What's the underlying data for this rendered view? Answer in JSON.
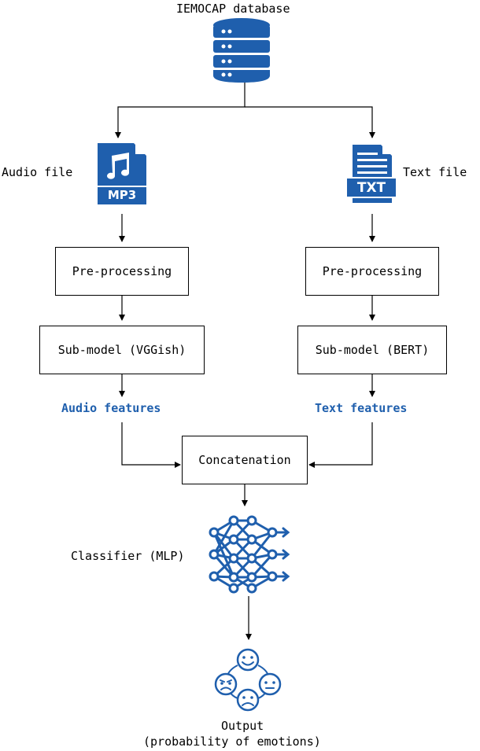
{
  "title": "IEMOCAP database",
  "audio": {
    "file_label": "Audio file",
    "icon_text": "MP3",
    "preprocess_label": "Pre-processing",
    "submodel_label": "Sub-model (VGGish)",
    "features_label": "Audio features"
  },
  "text": {
    "file_label": "Text file",
    "icon_text": "TXT",
    "preprocess_label": "Pre-processing",
    "submodel_label": "Sub-model (BERT)",
    "features_label": "Text features"
  },
  "concat_label": "Concatenation",
  "classifier_label": "Classifier (MLP)",
  "output": {
    "line1": "Output",
    "line2": "(probability of emotions)"
  },
  "colors": {
    "icon_blue": "#1f5fad",
    "feature_blue": "#1f5fad",
    "line": "#000000"
  },
  "icons": [
    "database-icon",
    "mp3-file-icon",
    "txt-file-icon",
    "neural-network-icon",
    "emotions-icon"
  ]
}
